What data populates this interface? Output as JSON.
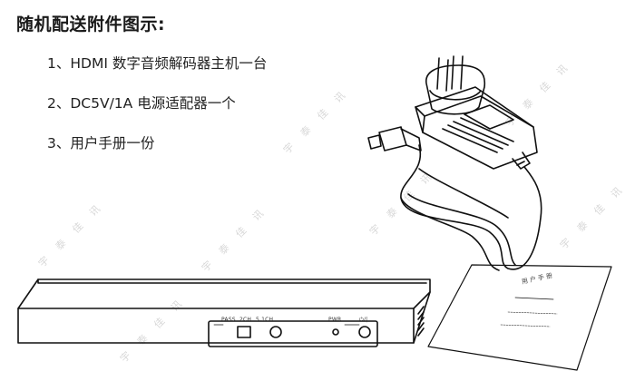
{
  "heading": "随机配送附件图示:",
  "accessories": [
    "1、HDMI 数字音频解码器主机一台",
    "2、DC5V/1A 电源适配器一个",
    "3、用户手册一份"
  ],
  "front_panel": {
    "pass_label": "PASS",
    "ch2_label": "2CH",
    "ch51_label": "5.1CH",
    "pwr_label": "PWR",
    "power_symbol": "⏻/|"
  },
  "manual": {
    "cover_title": "用 户 手 册"
  },
  "watermark_text": "宇 泰 佳 讯"
}
